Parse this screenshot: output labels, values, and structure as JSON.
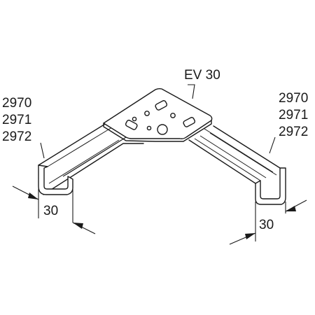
{
  "plate_label": "EV 30",
  "left_part_numbers": [
    "2970",
    "2971",
    "2972"
  ],
  "right_part_numbers": [
    "2970",
    "2971",
    "2972"
  ],
  "left_dimension": "30",
  "right_dimension": "30",
  "line_color": "#1a1a1a"
}
